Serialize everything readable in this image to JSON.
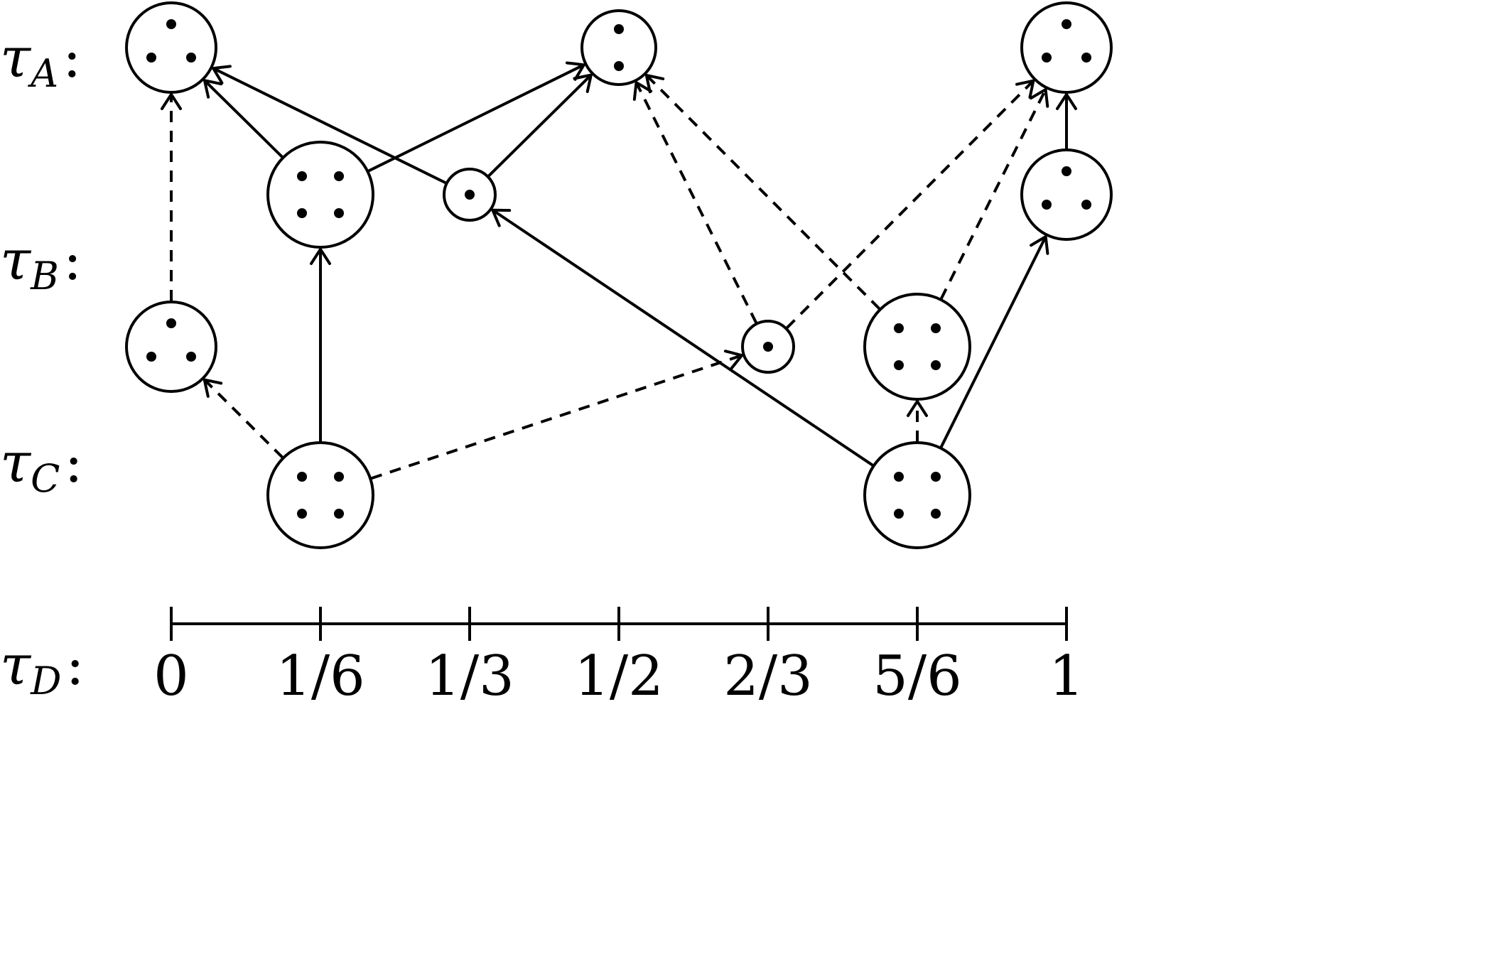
{
  "rows": [
    {
      "symbol": "τ",
      "sub": "A",
      "colon": ":"
    },
    {
      "symbol": "τ",
      "sub": "B",
      "colon": ":"
    },
    {
      "symbol": "τ",
      "sub": "C",
      "colon": ":"
    },
    {
      "symbol": "τ",
      "sub": "D",
      "colon": ":"
    }
  ],
  "axis": {
    "ticks": [
      {
        "value": 0,
        "label": "0"
      },
      {
        "value": 0.16667,
        "label": "1/6"
      },
      {
        "value": 0.33333,
        "label": "1/3"
      },
      {
        "value": 0.5,
        "label": "1/2"
      },
      {
        "value": 0.66667,
        "label": "2/3"
      },
      {
        "value": 0.83333,
        "label": "5/6"
      },
      {
        "value": 1,
        "label": "1"
      }
    ]
  },
  "nodes": [
    {
      "id": "A0",
      "row": 0,
      "value": 0,
      "dots": 3
    },
    {
      "id": "A12",
      "row": 0,
      "value": 0.5,
      "dots": 2
    },
    {
      "id": "A1",
      "row": 0,
      "value": 1,
      "dots": 3
    },
    {
      "id": "B16",
      "row": 1,
      "value": 0.16667,
      "dots": 4
    },
    {
      "id": "B13",
      "row": 1,
      "value": 0.33333,
      "dots": 1
    },
    {
      "id": "B1",
      "row": 1,
      "value": 1,
      "dots": 3
    },
    {
      "id": "C0",
      "row": 2,
      "value": 0,
      "dots": 3
    },
    {
      "id": "C23",
      "row": 2,
      "value": 0.66667,
      "dots": 1
    },
    {
      "id": "C56",
      "row": 2,
      "value": 0.83333,
      "dots": 4
    },
    {
      "id": "D16",
      "row": 3,
      "value": 0.16667,
      "dots": 4
    },
    {
      "id": "D56",
      "row": 3,
      "value": 0.83333,
      "dots": 4
    }
  ],
  "edges": [
    {
      "from": "B16",
      "to": "A0",
      "style": "solid"
    },
    {
      "from": "B13",
      "to": "A0",
      "style": "solid"
    },
    {
      "from": "B16",
      "to": "A12",
      "style": "solid"
    },
    {
      "from": "B13",
      "to": "A12",
      "style": "solid"
    },
    {
      "from": "C0",
      "to": "A0",
      "style": "dashed"
    },
    {
      "from": "D16",
      "to": "B16",
      "style": "solid"
    },
    {
      "from": "D16",
      "to": "C0",
      "style": "dashed"
    },
    {
      "from": "D16",
      "to": "C23",
      "style": "dashed"
    },
    {
      "from": "D56",
      "to": "B13",
      "style": "solid"
    },
    {
      "from": "C23",
      "to": "A12",
      "style": "dashed"
    },
    {
      "from": "C56",
      "to": "A12",
      "style": "dashed"
    },
    {
      "from": "C23",
      "to": "A1",
      "style": "dashed"
    },
    {
      "from": "C56",
      "to": "A1",
      "style": "dashed"
    },
    {
      "from": "B1",
      "to": "A1",
      "style": "solid"
    },
    {
      "from": "D56",
      "to": "C56",
      "style": "dashed"
    },
    {
      "from": "D56",
      "to": "B1",
      "style": "solid"
    }
  ]
}
